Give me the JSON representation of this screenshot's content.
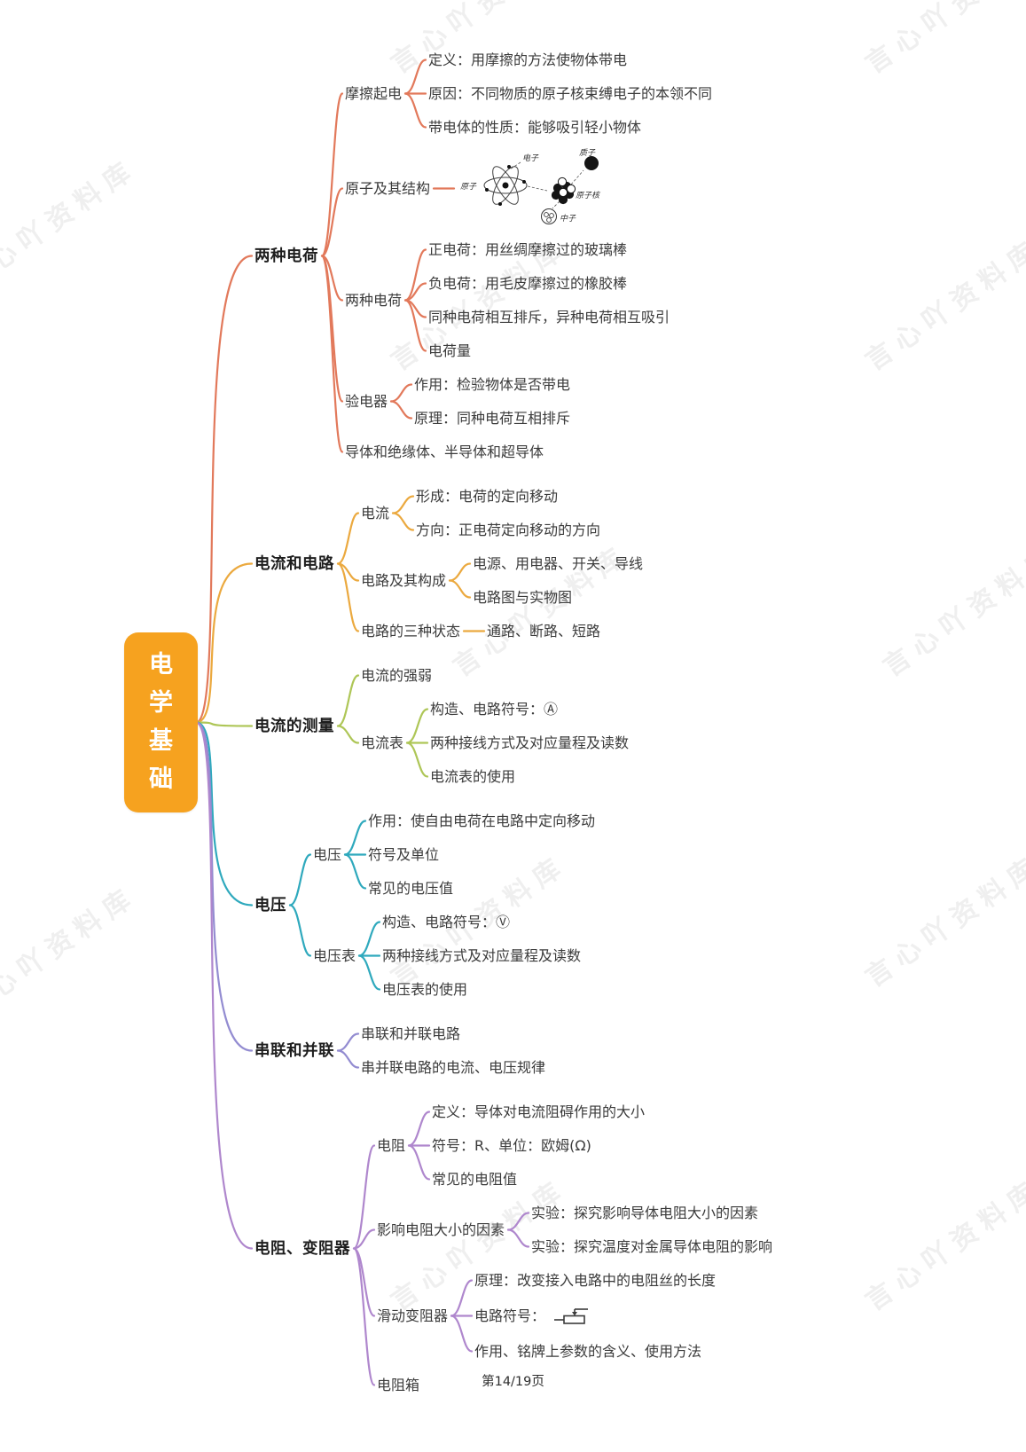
{
  "page": {
    "footer": "第14/19页",
    "watermark": "言心吖资料库"
  },
  "mindmap": {
    "root": {
      "label": "电学基础",
      "color": "#F6A21F"
    },
    "atom_labels": {
      "atom": "原子",
      "electron": "电子",
      "proton": "质子",
      "nucleus": "原子核",
      "neutron": "中子"
    },
    "branches": [
      {
        "label": "两种电荷",
        "color": "#E2795B",
        "children": [
          {
            "label": "摩擦起电",
            "children": [
              {
                "label": "定义：用摩擦的方法使物体带电"
              },
              {
                "label": "原因：不同物质的原子核束缚电子的本领不同"
              },
              {
                "label": "带电体的性质：能够吸引轻小物体"
              }
            ]
          },
          {
            "label": "原子及其结构",
            "children": [
              {
                "image": "atom"
              }
            ]
          },
          {
            "label": "两种电荷",
            "children": [
              {
                "label": "正电荷：用丝绸摩擦过的玻璃棒"
              },
              {
                "label": "负电荷：用毛皮摩擦过的橡胶棒"
              },
              {
                "label": "同种电荷相互排斥，异种电荷相互吸引"
              },
              {
                "label": "电荷量"
              }
            ]
          },
          {
            "label": "验电器",
            "children": [
              {
                "label": "作用：检验物体是否带电"
              },
              {
                "label": "原理：同种电荷互相排斥"
              }
            ]
          },
          {
            "label": "导体和绝缘体、半导体和超导体"
          }
        ]
      },
      {
        "label": "电流和电路",
        "color": "#EBA93F",
        "children": [
          {
            "label": "电流",
            "children": [
              {
                "label": "形成：电荷的定向移动"
              },
              {
                "label": "方向：正电荷定向移动的方向"
              }
            ]
          },
          {
            "label": "电路及其构成",
            "children": [
              {
                "label": "电源、用电器、开关、导线"
              },
              {
                "label": "电路图与实物图"
              }
            ]
          },
          {
            "label": "电路的三种状态",
            "children": [
              {
                "label": "通路、断路、短路"
              }
            ]
          }
        ]
      },
      {
        "label": "电流的测量",
        "color": "#AEC657",
        "children": [
          {
            "label": "电流的强弱"
          },
          {
            "label": "电流表",
            "children": [
              {
                "label": "构造、电路符号：Ⓐ"
              },
              {
                "label": "两种接线方式及对应量程及读数"
              },
              {
                "label": "电流表的使用"
              }
            ]
          }
        ]
      },
      {
        "label": "电压",
        "color": "#2FA9BD",
        "children": [
          {
            "label": "电压",
            "children": [
              {
                "label": "作用：使自由电荷在电路中定向移动"
              },
              {
                "label": "符号及单位"
              },
              {
                "label": "常见的电压值"
              }
            ]
          },
          {
            "label": "电压表",
            "children": [
              {
                "label": "构造、电路符号：Ⓥ"
              },
              {
                "label": "两种接线方式及对应量程及读数"
              },
              {
                "label": "电压表的使用"
              }
            ]
          }
        ]
      },
      {
        "label": "串联和并联",
        "color": "#938CD1",
        "children": [
          {
            "label": "串联和并联电路"
          },
          {
            "label": "串并联电路的电流、电压规律"
          }
        ]
      },
      {
        "label": "电阻、变阻器",
        "color": "#AF87CD",
        "children": [
          {
            "label": "电阻",
            "children": [
              {
                "label": "定义：导体对电流阻碍作用的大小"
              },
              {
                "label": "符号：R、单位：欧姆(Ω)"
              },
              {
                "label": "常见的电阻值"
              }
            ]
          },
          {
            "label": "影响电阻大小的因素",
            "children": [
              {
                "label": "实验：探究影响导体电阻大小的因素"
              },
              {
                "label": "实验：探究温度对金属导体电阻的影响"
              }
            ]
          },
          {
            "label": "滑动变阻器",
            "children": [
              {
                "label": "原理：改变接入电路中的电阻丝的长度"
              },
              {
                "label": "电路符号：",
                "symbol": "rheostat"
              },
              {
                "label": "作用、铭牌上参数的含义、使用方法"
              }
            ]
          },
          {
            "label": "电阻箱"
          }
        ]
      }
    ]
  }
}
